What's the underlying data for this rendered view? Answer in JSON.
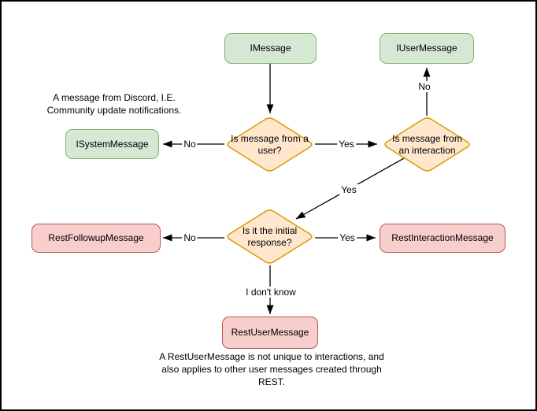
{
  "diagram": {
    "nodes": {
      "imessage": {
        "label": "IMessage",
        "type": "interface"
      },
      "iusermessage": {
        "label": "IUserMessage",
        "type": "interface"
      },
      "isystemmessage": {
        "label": "ISystemMessage",
        "type": "interface"
      },
      "is_from_user": {
        "label": "Is message from a user?",
        "type": "decision"
      },
      "is_from_interaction": {
        "label": "Is message from an interaction",
        "type": "decision"
      },
      "is_initial_response": {
        "label": "Is it the initial response?",
        "type": "decision"
      },
      "restfollowupmessage": {
        "label": "RestFollowupMessage",
        "type": "rest"
      },
      "restinteractionmessage": {
        "label": "RestInteractionMessage",
        "type": "rest"
      },
      "restusermessage": {
        "label": "RestUserMessage",
        "type": "rest"
      }
    },
    "edge_labels": {
      "user_no": "No",
      "user_yes": "Yes",
      "interaction_no": "No",
      "interaction_yes": "Yes",
      "initial_no": "No",
      "initial_yes": "Yes",
      "initial_unknown": "I don't know"
    },
    "annotations": {
      "system_note": "A message from Discord, I.E. Community update notifications.",
      "restuser_note": "A RestUserMessage is not unique to interactions, and also applies to other user messages created through REST."
    },
    "colors": {
      "interface_fill": "#d5e8d4",
      "interface_stroke": "#82b366",
      "decision_fill": "#ffe6cc",
      "decision_stroke": "#d79b00",
      "rest_fill": "#f8cecc",
      "rest_stroke": "#b85450",
      "edge": "#000000",
      "background": "#ffffff"
    }
  }
}
